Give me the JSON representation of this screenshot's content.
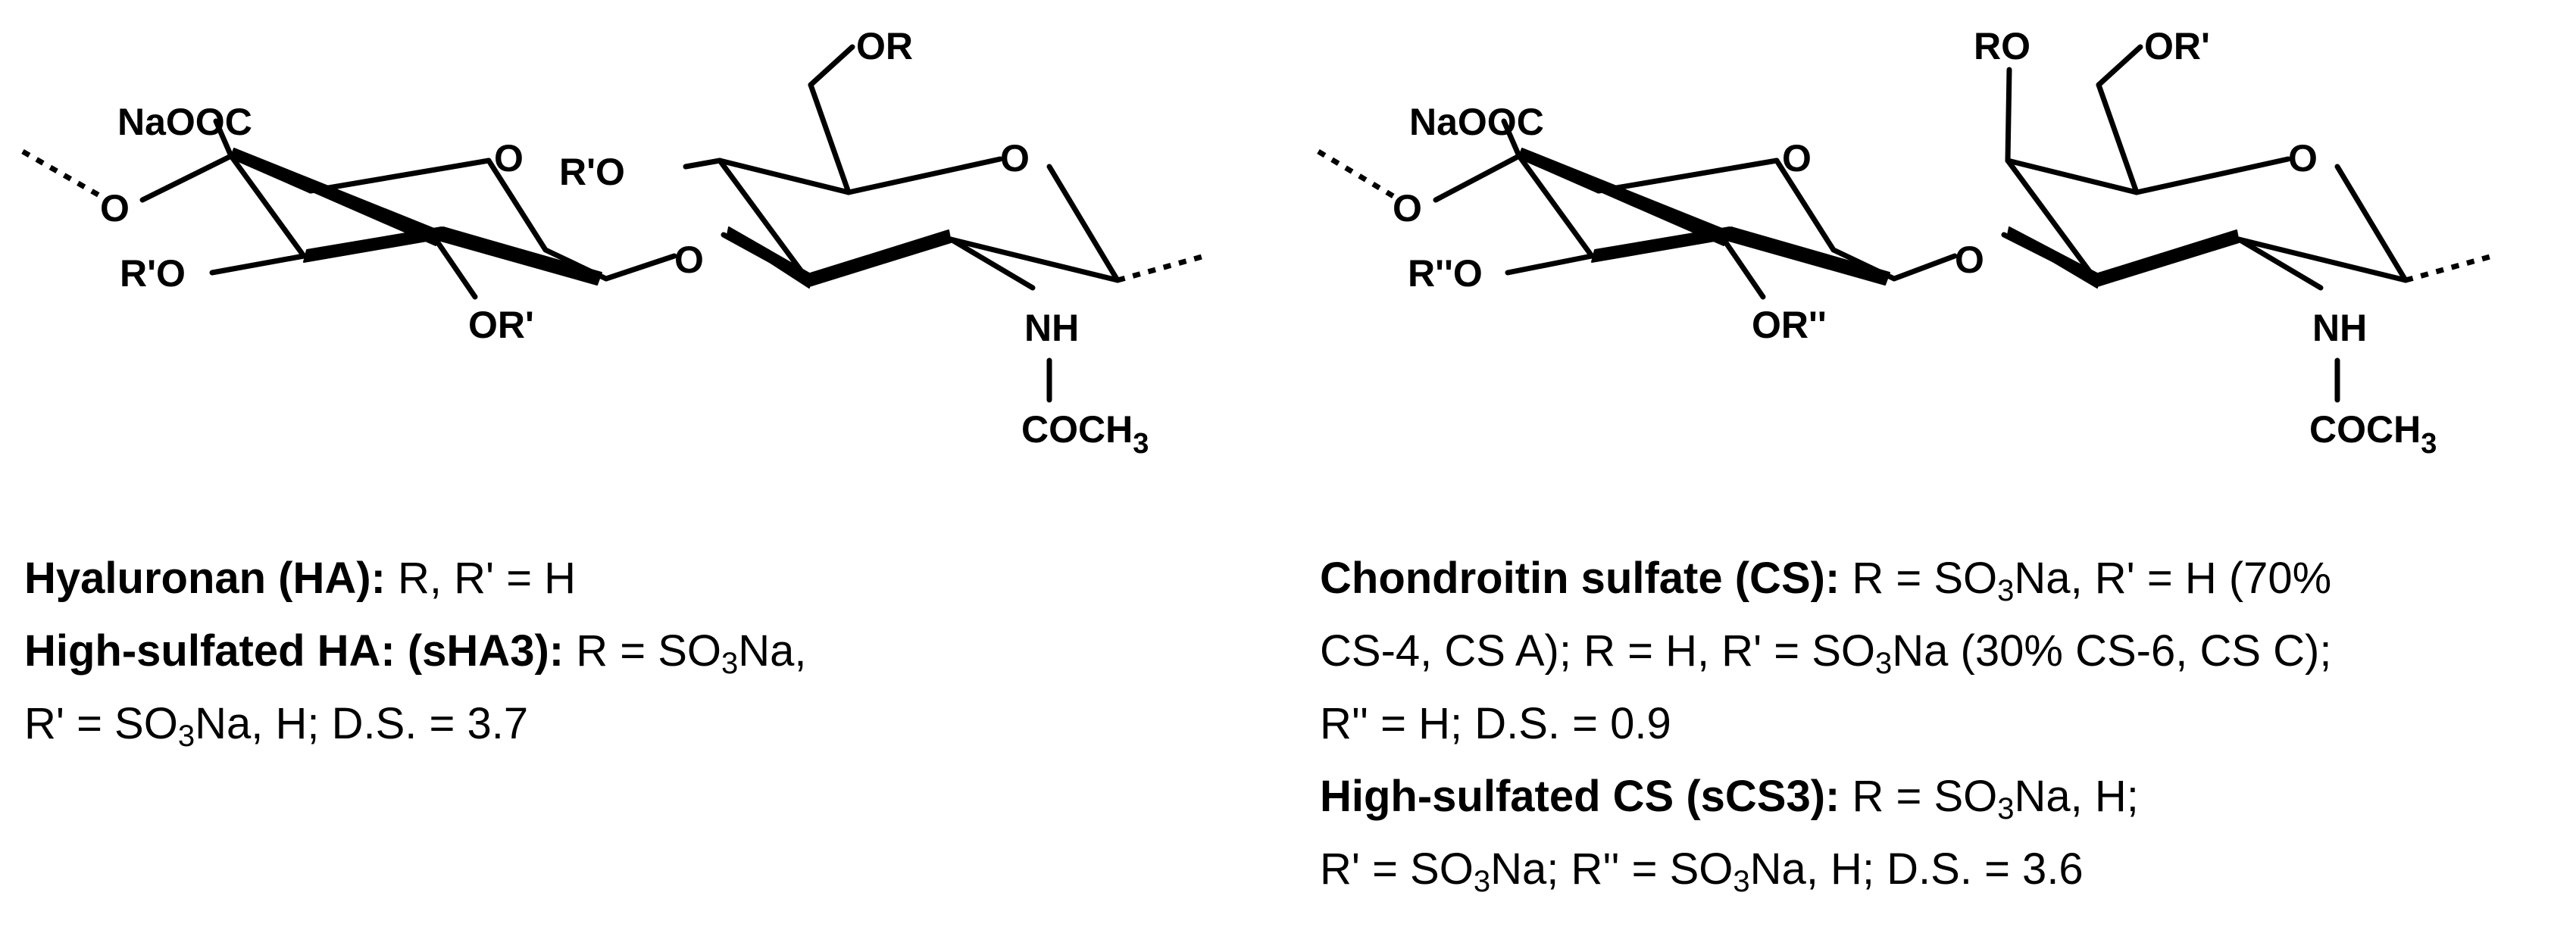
{
  "ha": {
    "labels": {
      "naooc": "NaOOC",
      "o_chain": "O",
      "r1o": "R'O",
      "ring_o1": "O",
      "glyc_o": "O",
      "or1_bottom": "OR'",
      "r1o_mid": "R'O",
      "or_top": "OR",
      "ring_o2": "O",
      "nh": "NH",
      "coch": "COCH",
      "sub3": "3"
    },
    "caption": {
      "l1_bold": "Hyaluronan (HA):",
      "l1_text": " R, R' = H",
      "l2_bold": "High-sulfated HA: (sHA3):",
      "l2_text": " R = SO",
      "l2_sub": "3",
      "l2_tail": "Na,",
      "l3_a": "R' = SO",
      "l3_sub": "3",
      "l3_b": "Na, H; D.S. = 3.7"
    }
  },
  "cs": {
    "labels": {
      "naooc": "NaOOC",
      "o_chain": "O",
      "r2o": "R''O",
      "ring_o1": "O",
      "glyc_o": "O",
      "or2_bottom": "OR''",
      "ro_top": "RO",
      "or1_top": "OR'",
      "ring_o2": "O",
      "nh": "NH",
      "coch": "COCH",
      "sub3": "3"
    },
    "caption": {
      "l1_bold": "Chondroitin sulfate (CS):",
      "l1_a": " R = SO",
      "l1_sub": "3",
      "l1_b": "Na, R' = H (70%",
      "l2_a": "CS-4, CS A); R = H, R' = SO",
      "l2_sub": "3",
      "l2_b": "Na (30% CS-6, CS C);",
      "l3": "R'' = H; D.S. = 0.9",
      "l4_bold": "High-sulfated CS (sCS3):",
      "l4_a": " R = SO",
      "l4_sub": "3",
      "l4_b": "Na, H;",
      "l5_a": "R' = SO",
      "l5_sub1": "3",
      "l5_b": "Na; R'' = SO",
      "l5_sub2": "3",
      "l5_c": "Na, H; D.S. = 3.6"
    }
  }
}
